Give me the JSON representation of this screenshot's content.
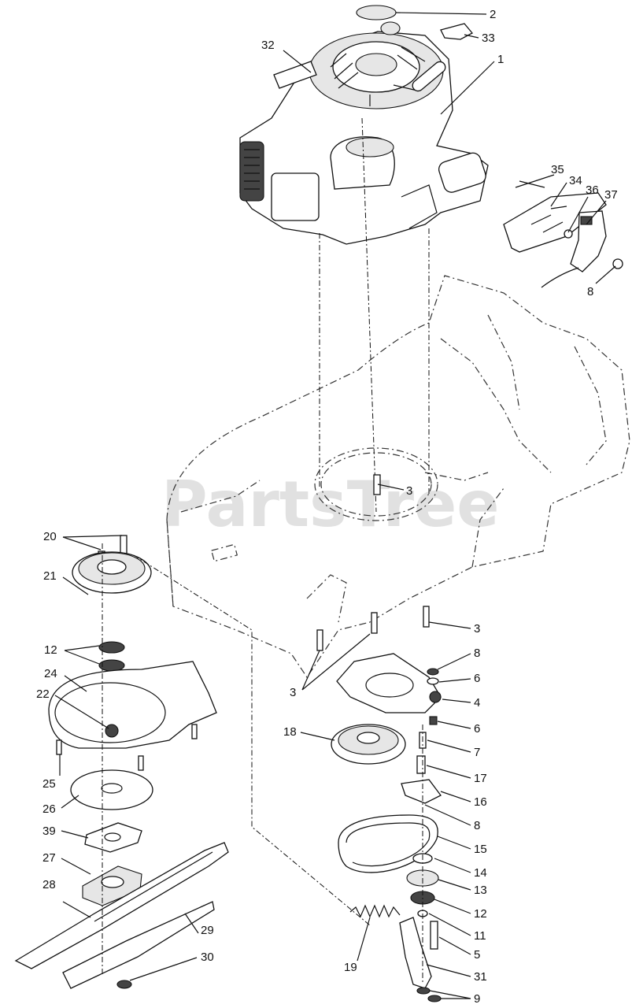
{
  "watermark": "PartsTree",
  "callouts": [
    {
      "id": "c2",
      "label": "2"
    },
    {
      "id": "c33",
      "label": "33"
    },
    {
      "id": "c32",
      "label": "32"
    },
    {
      "id": "c1",
      "label": "1"
    },
    {
      "id": "c35",
      "label": "35"
    },
    {
      "id": "c34",
      "label": "34"
    },
    {
      "id": "c36",
      "label": "36"
    },
    {
      "id": "c37",
      "label": "37"
    },
    {
      "id": "c8a",
      "label": "8"
    },
    {
      "id": "c3a",
      "label": "3"
    },
    {
      "id": "c20",
      "label": "20"
    },
    {
      "id": "c21",
      "label": "21"
    },
    {
      "id": "c12a",
      "label": "12"
    },
    {
      "id": "c24",
      "label": "24"
    },
    {
      "id": "c22",
      "label": "22"
    },
    {
      "id": "c25",
      "label": "25"
    },
    {
      "id": "c26",
      "label": "26"
    },
    {
      "id": "c39",
      "label": "39"
    },
    {
      "id": "c27",
      "label": "27"
    },
    {
      "id": "c28",
      "label": "28"
    },
    {
      "id": "c29",
      "label": "29"
    },
    {
      "id": "c30",
      "label": "30"
    },
    {
      "id": "c3b",
      "label": "3"
    },
    {
      "id": "c8b",
      "label": "8"
    },
    {
      "id": "c3c",
      "label": "3"
    },
    {
      "id": "c6a",
      "label": "6"
    },
    {
      "id": "c4",
      "label": "4"
    },
    {
      "id": "c6b",
      "label": "6"
    },
    {
      "id": "c18",
      "label": "18"
    },
    {
      "id": "c7",
      "label": "7"
    },
    {
      "id": "c17",
      "label": "17"
    },
    {
      "id": "c16",
      "label": "16"
    },
    {
      "id": "c8c",
      "label": "8"
    },
    {
      "id": "c15",
      "label": "15"
    },
    {
      "id": "c14",
      "label": "14"
    },
    {
      "id": "c13",
      "label": "13"
    },
    {
      "id": "c12b",
      "label": "12"
    },
    {
      "id": "c11",
      "label": "11"
    },
    {
      "id": "c5",
      "label": "5"
    },
    {
      "id": "c19",
      "label": "19"
    },
    {
      "id": "c31",
      "label": "31"
    },
    {
      "id": "c9",
      "label": "9"
    }
  ]
}
